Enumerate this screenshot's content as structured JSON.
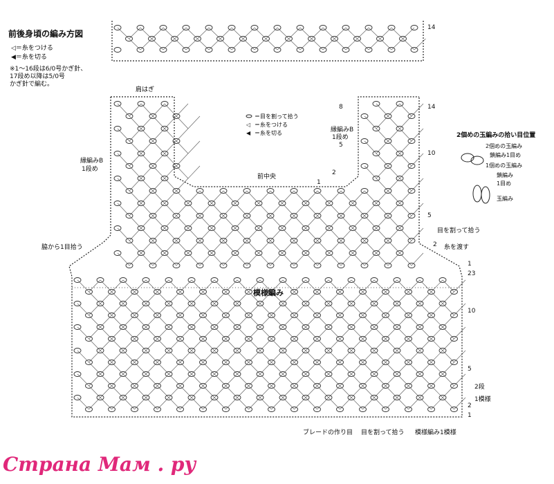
{
  "title": "前後身頃の編み方図",
  "legend": {
    "attach": "◁＝糸をつける",
    "cut": "◀＝糸を切る"
  },
  "note": "※1〜16段は6/0号かぎ針、\n17段め以降は5/0号\nかぎ針で編む。",
  "center_legend": {
    "split": "＝目を割って拾う",
    "attach": "＝糸をつける",
    "cut": "＝糸を切る"
  },
  "labels": {
    "shoulder": "肩はぎ",
    "edge_b_left": "縁編みB",
    "row1_left": "1段め",
    "center_front": "前中央",
    "edge_b_right": "縁編みB",
    "row1_right": "1段め",
    "pick_from_side": "脇から1目拾う",
    "split_pick": "目を割って拾う",
    "pass_yarn": "糸を渡す",
    "pattern_stitch": "模様編み",
    "braid_foundation": "ブレードの作り目",
    "split_pick_bottom": "目を割って拾う",
    "pattern_repeat": "模様編み1模様",
    "two_rows": "2段",
    "one_repeat": "1模様"
  },
  "row_numbers": {
    "top_14": "14",
    "r14": "14",
    "r10": "10",
    "r5": "5",
    "r1": "1",
    "r23": "23",
    "body10": "10",
    "body5": "5",
    "body2": "2",
    "body1": "1",
    "yoke2": "2",
    "left8": "8",
    "left5": "5",
    "left2": "2",
    "left1": "1"
  },
  "inset": {
    "title": "2個めの玉編みの拾い目位置",
    "second_bobble": "2個めの玉編み",
    "chain1": "鎖編み1目め",
    "first_bobble": "1個めの玉編み",
    "chain": "鎖編み",
    "chain1b": "1目め",
    "bobble": "玉編み"
  },
  "watermark": "Страна Мам . ру"
}
